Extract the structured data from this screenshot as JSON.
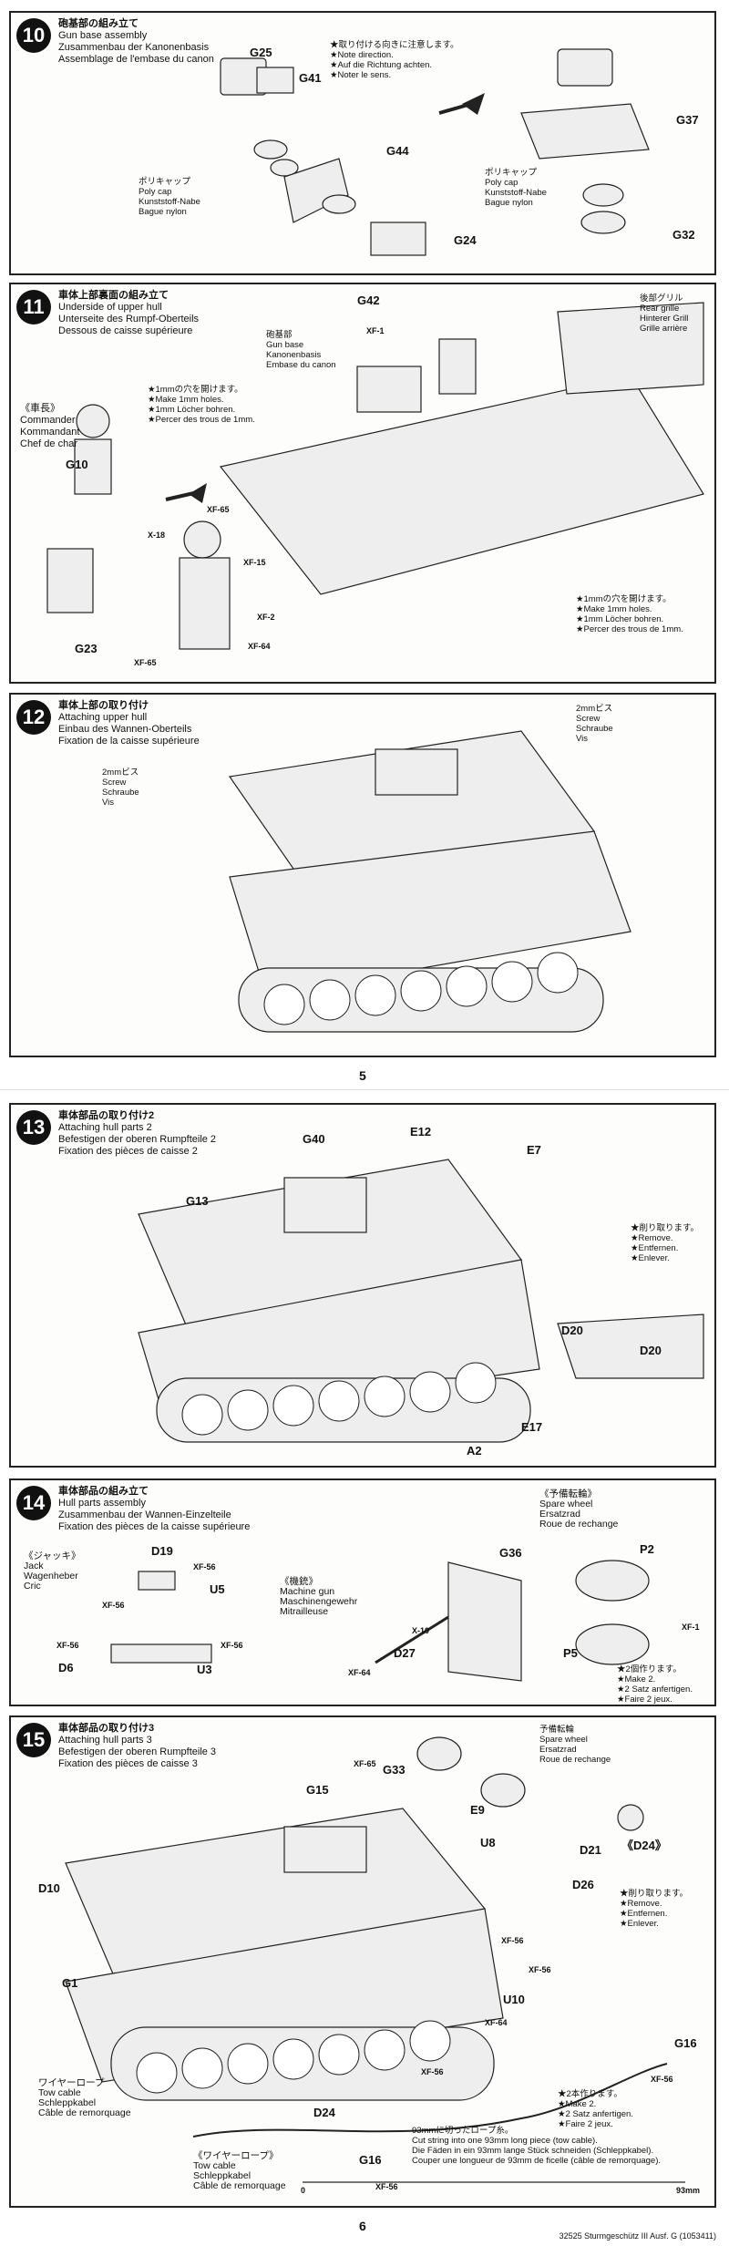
{
  "pages": {
    "top_number": "5",
    "bottom_number": "6",
    "footer": "32525 Sturmgeschütz III Ausf. G (1053411)"
  },
  "step10": {
    "number": "10",
    "title_jp": "砲基部の組み立て",
    "title_en": "Gun base assembly",
    "title_de": "Zusammenbau der Kanonenbasis",
    "title_fr": "Assemblage de l'embase du canon",
    "note": [
      "★取り付ける向きに注意します。",
      "★Note direction.",
      "★Auf die Richtung achten.",
      "★Noter le sens."
    ],
    "polycap": [
      "ポリキャップ",
      "Poly cap",
      "Kunststoff-Nabe",
      "Bague nylon"
    ],
    "polycap2": [
      "ポリキャップ",
      "Poly cap",
      "Kunststoff-Nabe",
      "Bague nylon"
    ],
    "labels": {
      "g25": "G25",
      "g41": "G41",
      "g44": "G44",
      "g24": "G24",
      "g37": "G37",
      "g32": "G32"
    }
  },
  "step11": {
    "number": "11",
    "title_jp": "車体上部裏面の組み立て",
    "title_en": "Underside of upper hull",
    "title_de": "Unterseite des Rumpf-Oberteils",
    "title_fr": "Dessous de caisse supérieure",
    "gun_base": [
      "砲基部",
      "Gun base",
      "Kanonenbasis",
      "Embase du canon"
    ],
    "rear_grille": [
      "後部グリル",
      "Rear grille",
      "Hinterer Grill",
      "Grille arrière"
    ],
    "commander": [
      "《車長》",
      "Commander",
      "Kommandant",
      "Chef de char"
    ],
    "holes1": [
      "★1mmの穴を開けます。",
      "★Make 1mm holes.",
      "★1mm Löcher bohren.",
      "★Percer des trous de 1mm."
    ],
    "holes2": [
      "★1mmの穴を開けます。",
      "★Make 1mm holes.",
      "★1mm Löcher bohren.",
      "★Percer des trous de 1mm."
    ],
    "labels": {
      "g42": "G42",
      "g10": "G10",
      "g23": "G23"
    },
    "paints": {
      "xf1": "XF-1",
      "x18": "X-18",
      "xf65a": "XF-65",
      "xf15": "XF-15",
      "xf2": "XF-2",
      "xf64": "XF-64",
      "xf65b": "XF-65"
    }
  },
  "step12": {
    "number": "12",
    "title_jp": "車体上部の取り付け",
    "title_en": "Attaching upper hull",
    "title_de": "Einbau des Wannen-Oberteils",
    "title_fr": "Fixation de la caisse supérieure",
    "screw_left": [
      "2mmビス",
      "Screw",
      "Schraube",
      "Vis"
    ],
    "screw_right": [
      "2mmビス",
      "Screw",
      "Schraube",
      "Vis"
    ]
  },
  "step13": {
    "number": "13",
    "title_jp": "車体部品の取り付け2",
    "title_en": "Attaching hull parts 2",
    "title_de": "Befestigen der oberen Rumpfteile 2",
    "title_fr": "Fixation des pièces de caisse 2",
    "remove": [
      "★削り取ります。",
      "★Remove.",
      "★Entfernen.",
      "★Enlever."
    ],
    "labels": {
      "g40": "G40",
      "e12": "E12",
      "e7": "E7",
      "g13": "G13",
      "d20a": "D20",
      "d20b": "D20",
      "e17": "E17",
      "a2": "A2"
    }
  },
  "step14": {
    "number": "14",
    "title_jp": "車体部品の組み立て",
    "title_en": "Hull parts assembly",
    "title_de": "Zusammenbau der Wannen-Einzelteile",
    "title_fr": "Fixation des pièces de la caisse supérieure",
    "jack": [
      "《ジャッキ》",
      "Jack",
      "Wagenheber",
      "Cric"
    ],
    "mg": [
      "《機銃》",
      "Machine gun",
      "Maschinengewehr",
      "Mitrailleuse"
    ],
    "spare": [
      "《予備転輪》",
      "Spare wheel",
      "Ersatzrad",
      "Roue de rechange"
    ],
    "make2": [
      "★2個作ります。",
      "★Make 2.",
      "★2 Satz anfertigen.",
      "★Faire 2 jeux."
    ],
    "labels": {
      "d19": "D19",
      "u5": "U5",
      "d6": "D6",
      "u3": "U3",
      "g36": "G36",
      "d27": "D27",
      "p2": "P2",
      "p5": "P5"
    },
    "paints": {
      "xf56a": "XF-56",
      "xf56b": "XF-56",
      "xf56c": "XF-56",
      "xf56d": "XF-56",
      "x10": "X-10",
      "xf64": "XF-64",
      "xf1": "XF-1"
    }
  },
  "step15": {
    "number": "15",
    "title_jp": "車体部品の取り付け3",
    "title_en": "Attaching hull parts 3",
    "title_de": "Befestigen der oberen Rumpfteile 3",
    "title_fr": "Fixation des pièces de caisse 3",
    "spare": [
      "予備転輪",
      "Spare wheel",
      "Ersatzrad",
      "Roue de rechange"
    ],
    "d24_title": "《D24》",
    "remove": [
      "★削り取ります。",
      "★Remove.",
      "★Entfernen.",
      "★Enlever."
    ],
    "wire": [
      "ワイヤーロープ",
      "Tow cable",
      "Schleppkabel",
      "Câble de remorquage"
    ],
    "wire2": [
      "《ワイヤーロープ》",
      "Tow cable",
      "Schleppkabel",
      "Câble de remorquage"
    ],
    "make2": [
      "★2本作ります。",
      "★Make 2.",
      "★2 Satz anfertigen.",
      "★Faire 2 jeux."
    ],
    "string": [
      "93mmに切ったロープ糸。",
      "Cut string into one 93mm long piece (tow cable).",
      "Die Fäden in ein 93mm lange Stück schneiden (Schleppkabel).",
      "Couper une longueur de 93mm de ficelle (câble de remorquage)."
    ],
    "scale0": "0",
    "scale93": "93mm",
    "labels": {
      "g33": "G33",
      "g15": "G15",
      "e9": "E9",
      "u8": "U8",
      "d21": "D21",
      "d26": "D26",
      "d10": "D10",
      "g1": "G1",
      "u10": "U10",
      "d24": "D24",
      "g16a": "G16",
      "g16b": "G16"
    },
    "paints": {
      "xf65": "XF-65",
      "xf56a": "XF-56",
      "xf56b": "XF-56",
      "xf64": "XF-64",
      "xf56c": "XF-56",
      "xf56d": "XF-56",
      "xf56e": "XF-56"
    }
  }
}
